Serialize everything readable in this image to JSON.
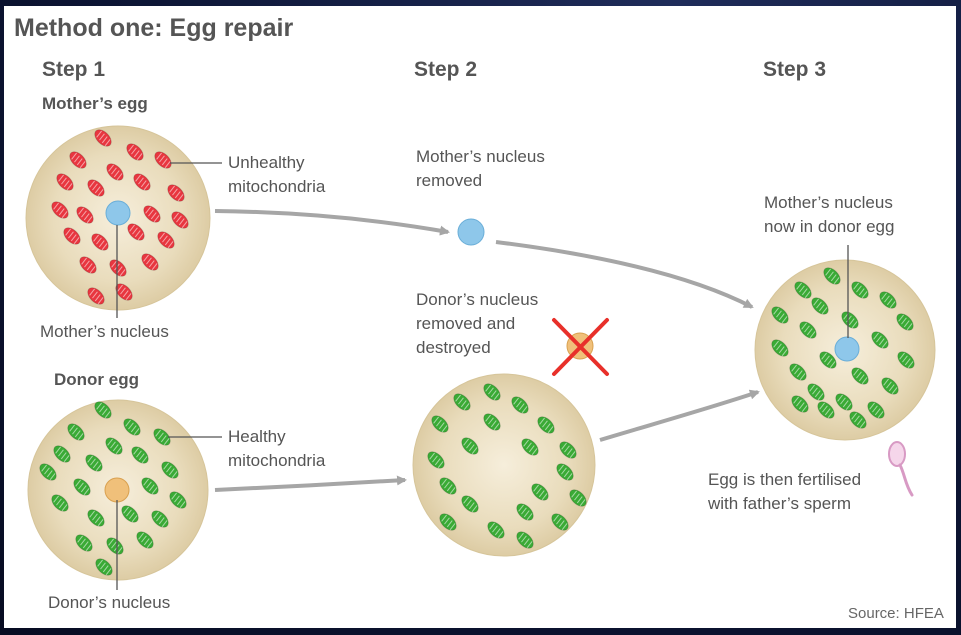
{
  "title": "Method one: Egg repair",
  "steps": [
    "Step 1",
    "Step 2",
    "Step 3"
  ],
  "mother_egg_heading": "Mother’s egg",
  "donor_egg_heading": "Donor egg",
  "labels": {
    "unhealthy": [
      "Unhealthy",
      "mitochondria"
    ],
    "healthy": [
      "Healthy",
      "mitochondria"
    ],
    "mothers_nucleus": "Mother’s nucleus",
    "donors_nucleus": "Donor’s nucleus",
    "nucleus_removed": [
      "Mother’s nucleus",
      "removed"
    ],
    "donor_removed": [
      "Donor’s nucleus",
      "removed and",
      "destroyed"
    ],
    "now_in_donor": [
      "Mother’s nucleus",
      "now in donor egg"
    ],
    "fertilised": [
      "Egg is then fertilised",
      "with father’s sperm"
    ]
  },
  "source": "Source: HFEA",
  "colors": {
    "egg_fill": "#e6d9b9",
    "unhealthy_mito": "#e8363f",
    "healthy_mito": "#3aaa35",
    "mother_nucleus": "#8ec7ea",
    "donor_nucleus": "#f0c07a",
    "arrow": "#a6a6a6",
    "cross": "#e8302a",
    "sperm": "#d89ac4"
  }
}
